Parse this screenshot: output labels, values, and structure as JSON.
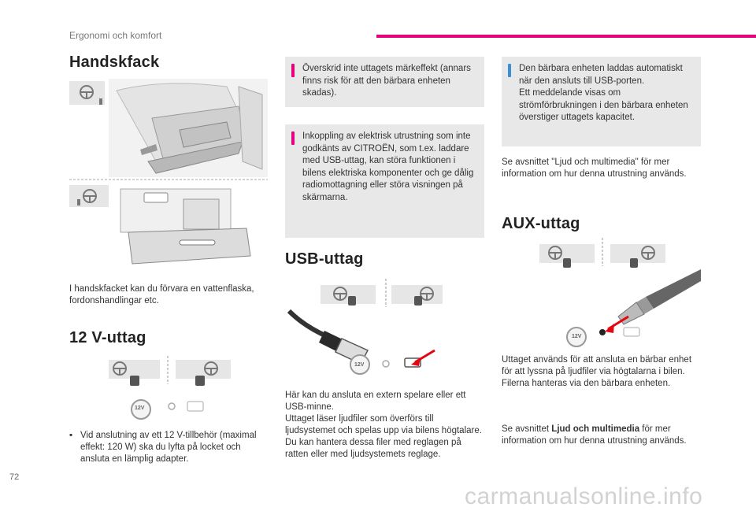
{
  "header": {
    "section_label": "Ergonomi och komfort"
  },
  "page_number": "72",
  "watermark": "carmanualsonline.info",
  "glovebox": {
    "title": "Handskfack",
    "text": "I handskfacket kan du förvara en vattenflaska, fordonshandlingar etc."
  },
  "socket12v": {
    "title": "12 V-uttag",
    "bullet": "Vid anslutning av ett 12 V-tillbehör (maximal effekt: 120 W) ska du lyfta på locket och ansluta en lämplig adapter.",
    "badge": "12V"
  },
  "warnings": [
    "Överskrid inte uttagets märkeffekt (annars finns risk för att den bärbara enheten skadas).",
    "Inkoppling av elektrisk utrustning som inte godkänts av CITROËN, som t.ex. laddare med USB-uttag, kan störa funktionen i bilens elektriska komponenter och ge dålig radiomottagning eller störa visningen på skärmarna."
  ],
  "usb": {
    "title": "USB-uttag",
    "text_lines": [
      "Här kan du ansluta en extern spelare eller ett USB-minne.",
      "Uttaget läser ljudfiler som överförs till ljudsystemet och spelas upp via bilens högtalare.",
      "Du kan hantera dessa filer med reglagen på ratten eller med ljudsystemets reglage."
    ],
    "badge": "12V"
  },
  "info_box": [
    "Den bärbara enheten laddas automatiskt när den ansluts till USB-porten.",
    "Ett meddelande visas om strömförbrukningen i den bärbara enheten överstiger uttagets kapacitet."
  ],
  "see_also_1": "Se avsnittet \"Ljud och multimedia\" för mer information om hur denna utrustning används.",
  "aux": {
    "title": "AUX-uttag",
    "text": "Uttaget används för att ansluta en bärbar enhet för att lyssna på ljudfiler via högtalarna i bilen. Filerna hanteras via den bärbara enheten.",
    "badge": "12V"
  },
  "see_also_2": {
    "prefix": "Se avsnittet ",
    "bold": "Ljud och multimedia",
    "suffix": " för mer information om hur denna utrustning används."
  },
  "colors": {
    "accent": "#e6007e",
    "info": "#3c8ed6",
    "box_bg": "#e8e8e8"
  }
}
